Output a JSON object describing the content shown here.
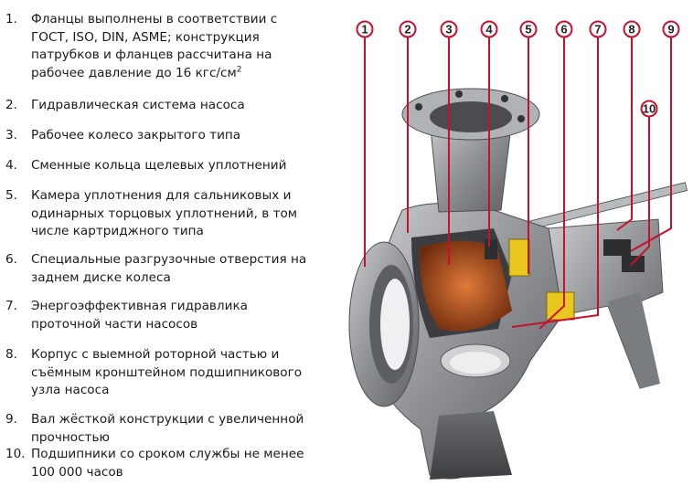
{
  "features": [
    {
      "num": "1.",
      "text": "Фланцы выполнены в соответствии с ГОСТ, ISO, DIN, ASME; конструкция патрубков и фланцев рассчитана на рабочее давление до 16 кгс/см",
      "sup": "2"
    },
    {
      "num": "2.",
      "text": "Гидравлическая система насоса"
    },
    {
      "num": "3.",
      "text": "Рабочее колесо закрытого типа"
    },
    {
      "num": "4.",
      "text": "Сменные кольца щелевых уплотнений"
    },
    {
      "num": "5.",
      "text": "Камера уплотнения для сальниковых и одинарных торцовых уплотнений, в том числе картриджного типа"
    },
    {
      "num": "6.",
      "text": "Специальные разгрузочные отверстия на заднем диске колеса"
    },
    {
      "num": "7.",
      "text": "Энергоэффективная гидравлика проточной части насосов"
    },
    {
      "num": "8.",
      "text": "Корпус с выемной роторной частью и съёмным кронштейном подшипникового узла насоса"
    },
    {
      "num": "9.",
      "text": "Вал жёсткой конструкции с увеличенной прочностью"
    },
    {
      "num": "10.",
      "text": "Подшипники со сроком службы не менее 100 000 часов"
    }
  ],
  "callouts": [
    "1",
    "2",
    "3",
    "4",
    "5",
    "6",
    "7",
    "8",
    "9",
    "10"
  ],
  "colors": {
    "callout": "#c8102e",
    "impeller": "#b5541c",
    "seal": "#e8c81e",
    "body": "#9a9da0"
  }
}
